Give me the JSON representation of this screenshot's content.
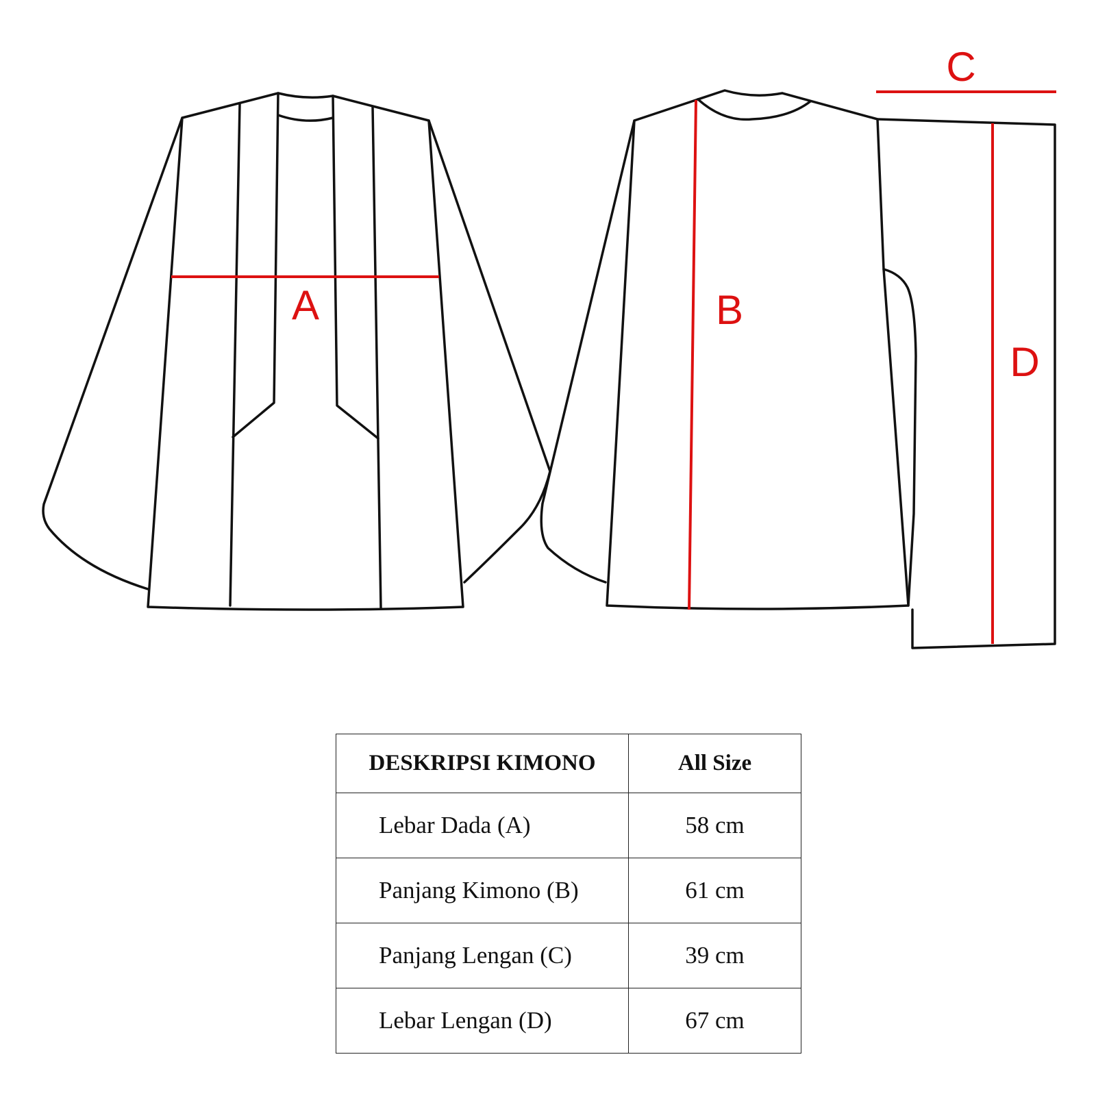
{
  "colors": {
    "measure_line": "#dd1111",
    "outline": "#111111"
  },
  "measure_labels": {
    "a": "A",
    "b": "B",
    "c": "C",
    "d": "D"
  },
  "table": {
    "headers": [
      "DESKRIPSI KIMONO",
      "All Size"
    ],
    "rows": [
      {
        "label": "Lebar Dada (A)",
        "value": "58 cm"
      },
      {
        "label": "Panjang Kimono (B)",
        "value": "61 cm"
      },
      {
        "label": "Panjang Lengan (C)",
        "value": "39 cm"
      },
      {
        "label": "Lebar Lengan (D)",
        "value": "67 cm"
      }
    ]
  }
}
